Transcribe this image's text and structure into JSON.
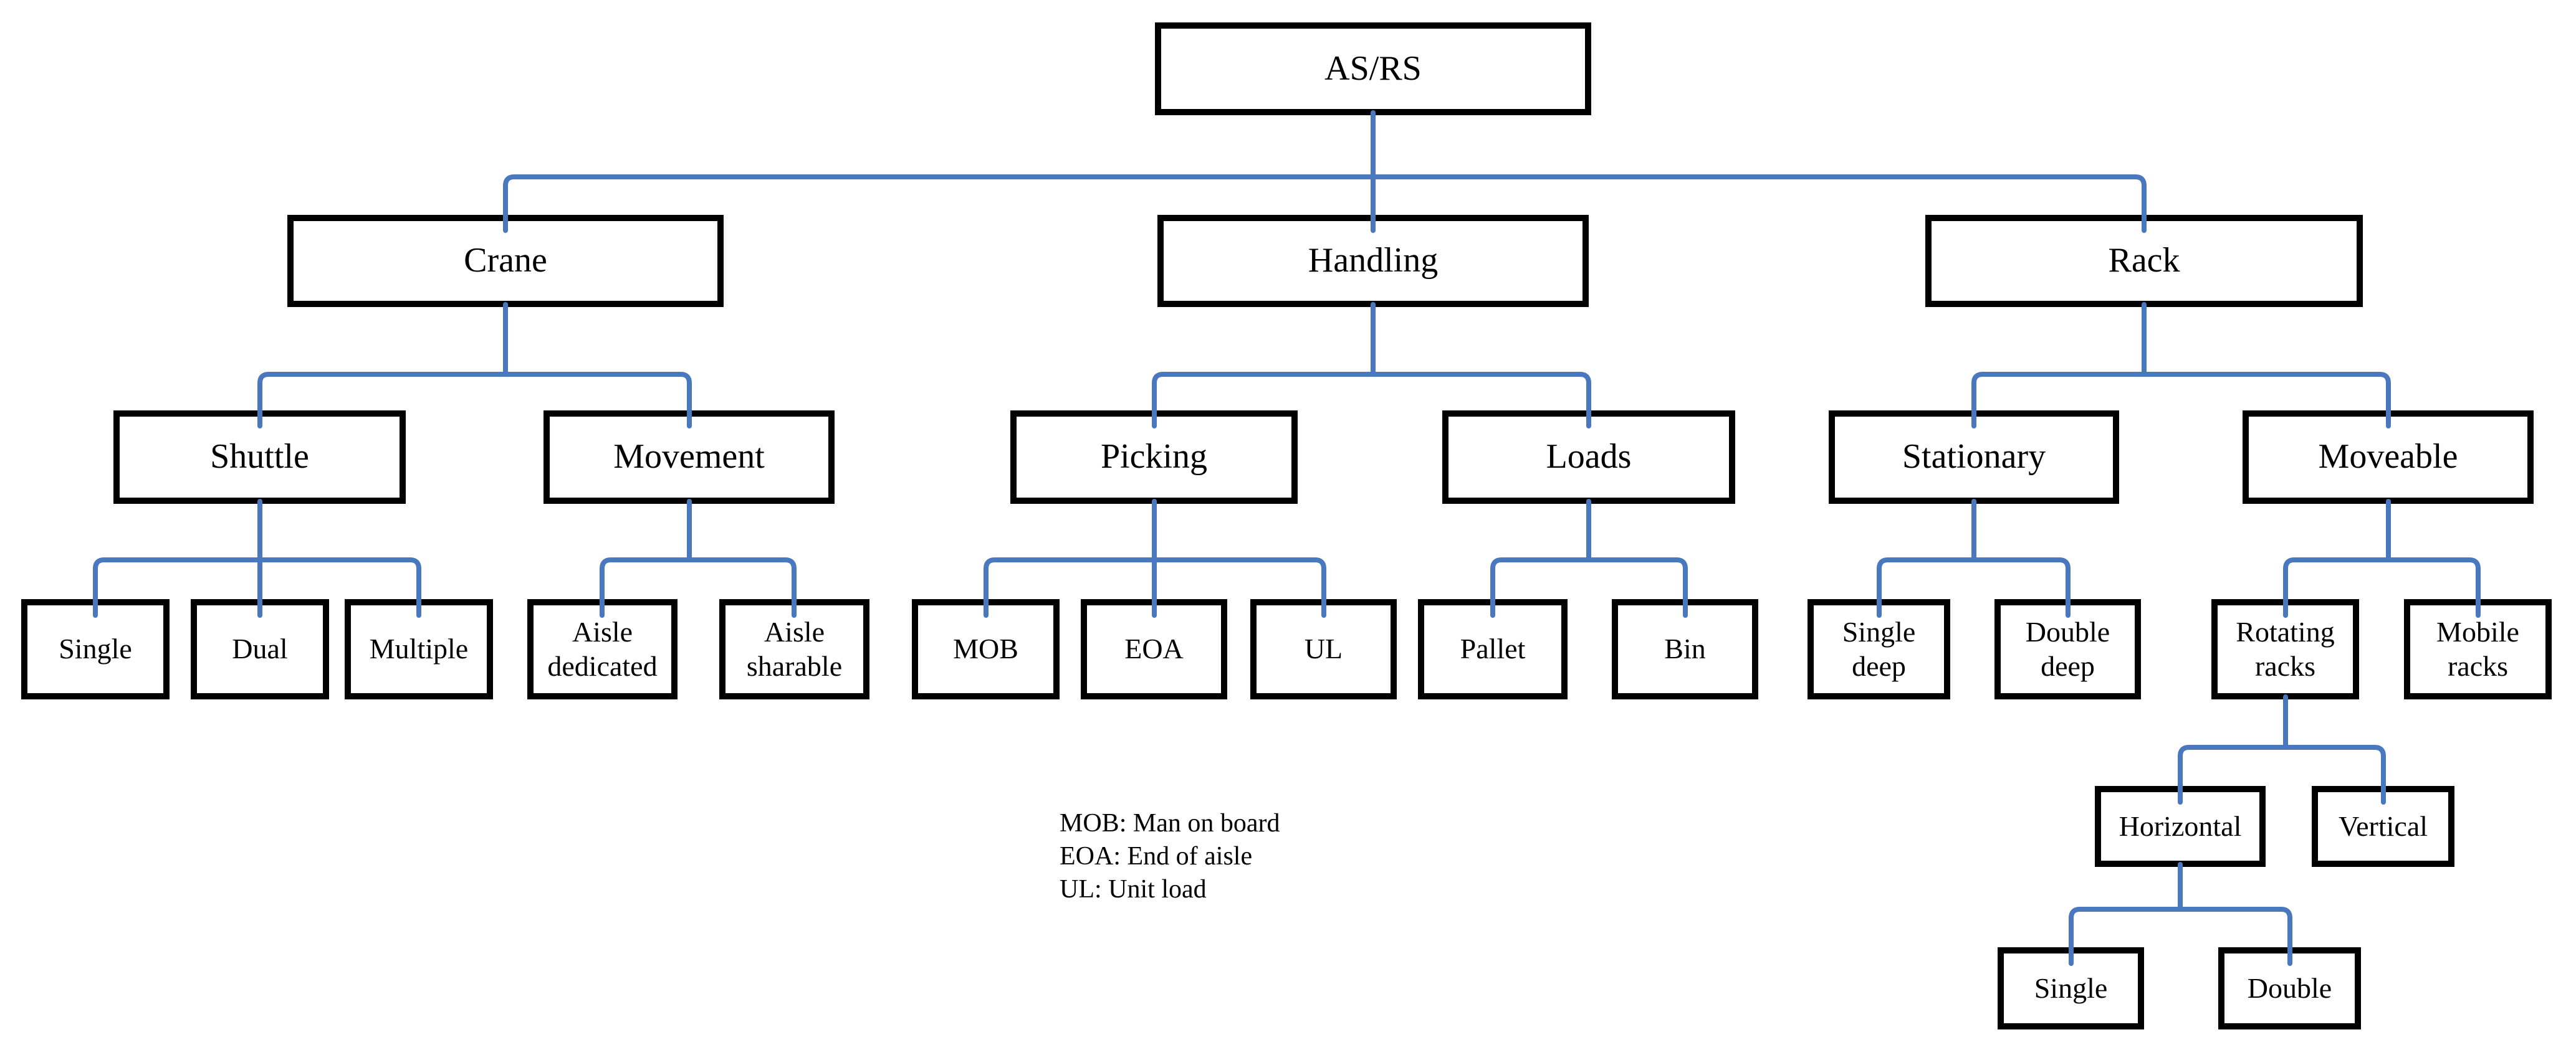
{
  "diagram_type": "tree",
  "tree": {
    "label": "AS/RS",
    "children": [
      {
        "label": "Crane",
        "children": [
          {
            "label": "Shuttle",
            "children": [
              {
                "label": "Single"
              },
              {
                "label": "Dual"
              },
              {
                "label": "Multiple"
              }
            ]
          },
          {
            "label": "Movement",
            "children": [
              {
                "label": "Aisle dedicated"
              },
              {
                "label": "Aisle sharable"
              }
            ]
          }
        ]
      },
      {
        "label": "Handling",
        "children": [
          {
            "label": "Picking",
            "children": [
              {
                "label": "MOB"
              },
              {
                "label": "EOA"
              },
              {
                "label": "UL"
              }
            ]
          },
          {
            "label": "Loads",
            "children": [
              {
                "label": "Pallet"
              },
              {
                "label": "Bin"
              }
            ]
          }
        ]
      },
      {
        "label": "Rack",
        "children": [
          {
            "label": "Stationary",
            "children": [
              {
                "label": "Single deep"
              },
              {
                "label": "Double deep"
              }
            ]
          },
          {
            "label": "Moveable",
            "children": [
              {
                "label": "Rotating racks",
                "children": [
                  {
                    "label": "Horizontal",
                    "children": [
                      {
                        "label": "Single"
                      },
                      {
                        "label": "Double"
                      }
                    ]
                  },
                  {
                    "label": "Vertical"
                  }
                ]
              },
              {
                "label": "Mobile racks"
              }
            ]
          }
        ]
      }
    ]
  },
  "legend": {
    "lines": [
      "MOB: Man on board",
      "EOA: End of aisle",
      "UL: Unit load"
    ]
  },
  "colors": {
    "connector": "#4A78BE",
    "box_border": "#000000",
    "box_fill": "#FFFFFF",
    "text": "#000000"
  }
}
